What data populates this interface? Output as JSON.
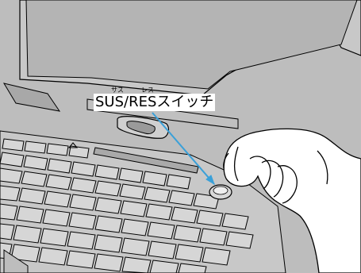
{
  "callout": {
    "label": "SUS/RESスイッチ",
    "ruby_sus": "サス",
    "ruby_res": "レス"
  },
  "colors": {
    "line_art": "#000000",
    "laptop_fill": "#bdbdbd",
    "pointer_arrow": "#3aa0d8"
  }
}
